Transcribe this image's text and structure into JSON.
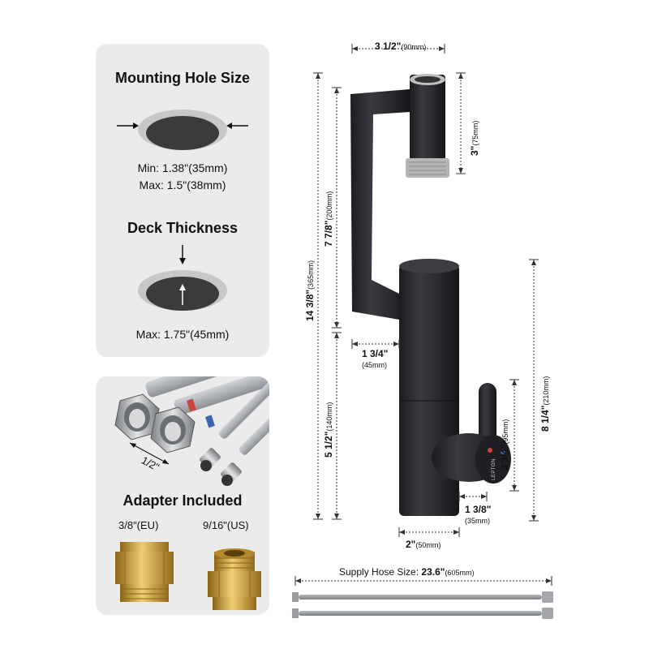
{
  "mounting": {
    "title": "Mounting Hole Size",
    "min": "Min: 1.38\"(35mm)",
    "max": "Max: 1.5\"(38mm)"
  },
  "deck": {
    "title": "Deck Thickness",
    "max": "Max: 1.75\"(45mm)"
  },
  "adapter": {
    "title": "Adapter Included",
    "hose_size": "1/2\"",
    "eu_label": "3/8\"(EU)",
    "us_label": "9/16\"(US)"
  },
  "dimensions": {
    "spout_reach": {
      "imperial": "3 1/2\"",
      "metric": "(90mm)"
    },
    "aerator_height": {
      "imperial": "3\"",
      "metric": "(75mm)"
    },
    "arm_height": {
      "imperial": "7 7/8\"",
      "metric": "(200mm)"
    },
    "total_height": {
      "imperial": "14 3/8\"",
      "metric": "(365mm)"
    },
    "base_offset": {
      "imperial": "1 3/4\"",
      "metric": "(45mm)"
    },
    "body_height": {
      "imperial": "5 1/2\"",
      "metric": "(140mm)"
    },
    "handle_height": {
      "imperial": "3 3/4\"",
      "metric": "(95mm)"
    },
    "body_total": {
      "imperial": "8 1/4\"",
      "metric": "(210mm)"
    },
    "handle_reach": {
      "imperial": "1 3/8\"",
      "metric": "(35mm)"
    },
    "base_diameter": {
      "imperial": "2\"",
      "metric": "(50mm)"
    }
  },
  "supply_hose": {
    "label": "Supply Hose Size: ",
    "imperial": "23.6\"",
    "metric": "(605mm)"
  },
  "brand": "LEPTON",
  "colors": {
    "panel": "#ebebeb",
    "faucet": "#2b2b2f",
    "brass": "#c9a040",
    "steel": "#a9acb0"
  }
}
